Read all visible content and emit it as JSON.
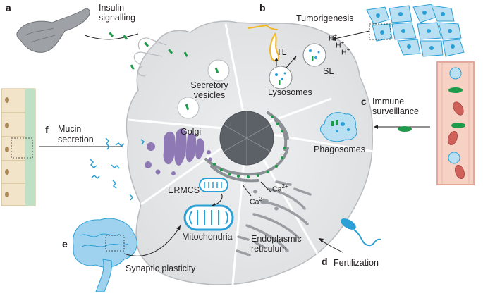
{
  "panels": {
    "a": {
      "letter": "a",
      "label_line1": "Insulin",
      "label_line2": "signalling"
    },
    "b": {
      "letter": "b",
      "label": "Tumorigenesis"
    },
    "c": {
      "letter": "c",
      "label_line1": "Immune",
      "label_line2": "surveillance"
    },
    "d": {
      "letter": "d",
      "label": "Fertilization"
    },
    "e": {
      "letter": "e",
      "label": "Synaptic plasticity"
    },
    "f": {
      "letter": "f",
      "label_line1": "Mucin",
      "label_line2": "secretion"
    }
  },
  "organelles": {
    "secretory_vesicles_line1": "Secretory",
    "secretory_vesicles_line2": "vesicles",
    "tl": "TL",
    "sl": "SL",
    "lysosomes": "Lysosomes",
    "golgi": "Golgi",
    "phagosomes": "Phagosomes",
    "ermcs": "ERMCS",
    "mitochondria": "Mitochondria",
    "er_line1": "Endoplasmic",
    "er_line2": "reticulum"
  },
  "ions": {
    "ca": "Ca",
    "ca_charge": "2+",
    "h": "H",
    "h_charge": "+"
  },
  "colors": {
    "cell_fill": "#e7e8ea",
    "cell_outline": "#b9bcbf",
    "nucleus": "#5b6167",
    "golgi": "#8e79b5",
    "mitochondria": "#2aa0d6",
    "vesicle_green": "#1d9a4a",
    "mucin_blue": "#2aa0d6",
    "tumor_fill": "#b9dff2",
    "vessel_fill": "#f7d2c4",
    "rbc": "#d0605a",
    "gut_fill": "#f1e4c8",
    "brain_fill": "#9fd2ee",
    "lyso_yellow": "#f4b623"
  }
}
